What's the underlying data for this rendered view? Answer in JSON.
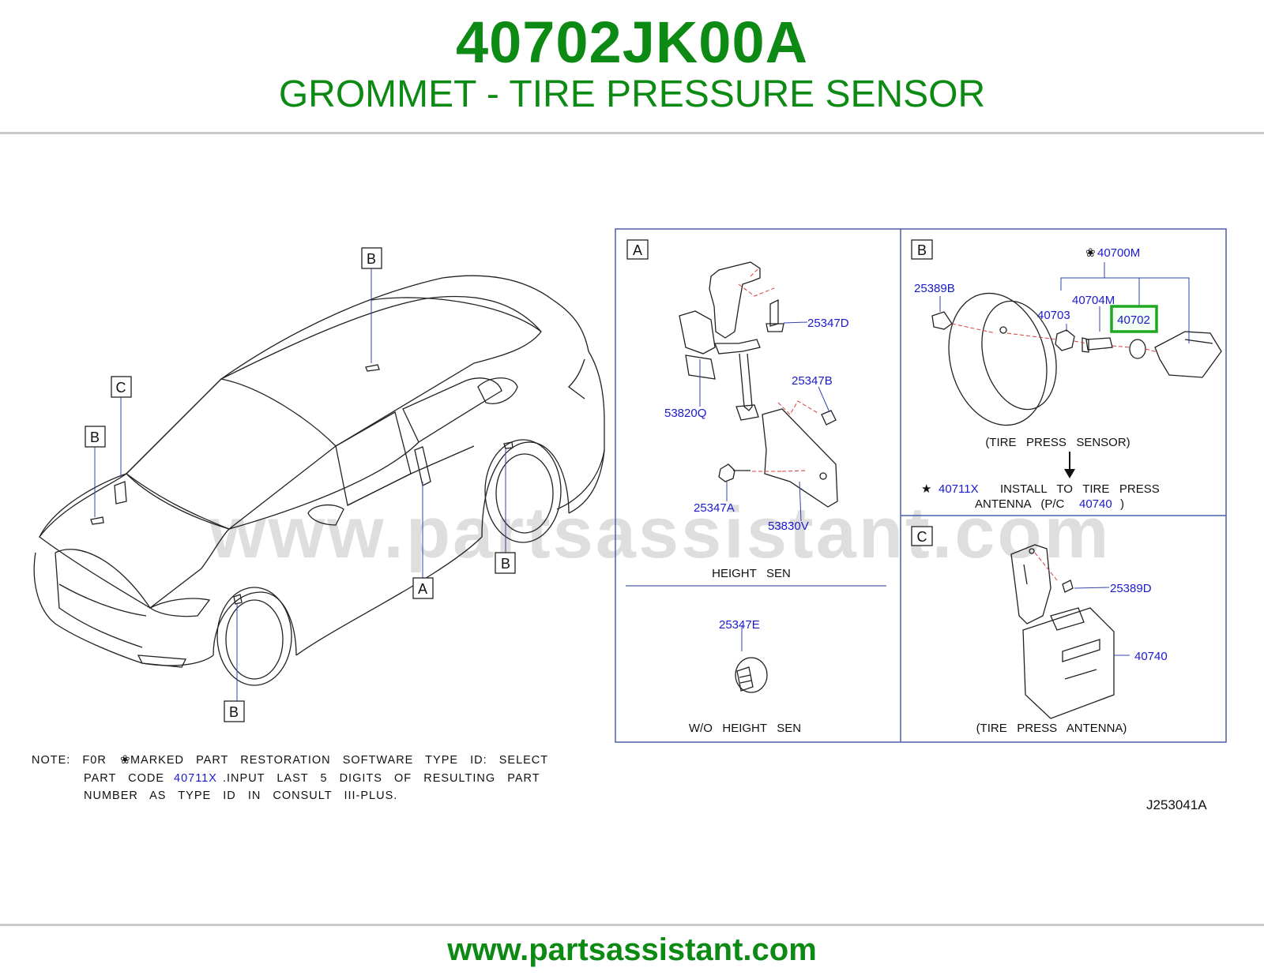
{
  "header": {
    "part_number": "40702JK00A",
    "part_name": "GROMMET - TIRE PRESSURE SENSOR"
  },
  "watermark": "www.partsassistant.com",
  "footer": {
    "url": "www.partsassistant.com"
  },
  "colors": {
    "brand_green": "#0c8a14",
    "callout_blue": "#1a1acc",
    "frame_blue": "#4a5fa8",
    "highlight": "#1fa81f"
  },
  "car": {
    "labels": {
      "b_roof": "B",
      "c_front": "C",
      "b_front_left": "B",
      "a_center": "A",
      "b_rear": "B",
      "b_front_wheel": "B"
    }
  },
  "panel_a": {
    "tag": "A",
    "callouts": {
      "p25347d": "25347D",
      "p53820q": "53820Q",
      "p25347b": "25347B",
      "p25347a": "25347A",
      "p53830v": "53830V"
    },
    "caption_height": "HEIGHT   SEN",
    "callout_25347e": "25347E",
    "caption_wo": "W/O   HEIGHT   SEN"
  },
  "panel_b": {
    "tag": "B",
    "p40700m": "40700M",
    "p25389b": "25389B",
    "p40704m": "40704M",
    "p40703": "40703",
    "p40702": "40702",
    "caption": "(TIRE   PRESS   SENSOR)",
    "note_part": "40711X",
    "note_text1": "INSTALL   TO   TIRE   PRESS",
    "note_text2": "ANTENNA   (P/C",
    "note_part2": "40740",
    "note_close": ")"
  },
  "panel_c": {
    "tag": "C",
    "p25389d": "25389D",
    "p40740": "40740",
    "caption": "(TIRE   PRESS   ANTENNA)"
  },
  "note": {
    "line1": "NOTE:   F0R      MARKED   PART   RESTORATION   SOFTWARE   TYPE   ID:   SELECT",
    "line2_a": "PART   CODE",
    "line2_part": "40711X",
    "line2_b": ".INPUT   LAST   5   DIGITS   OF   RESULTING   PART",
    "line3": "NUMBER   AS   TYPE   ID   IN   CONSULT   III-PLUS."
  },
  "diagram_id": "J253041A"
}
